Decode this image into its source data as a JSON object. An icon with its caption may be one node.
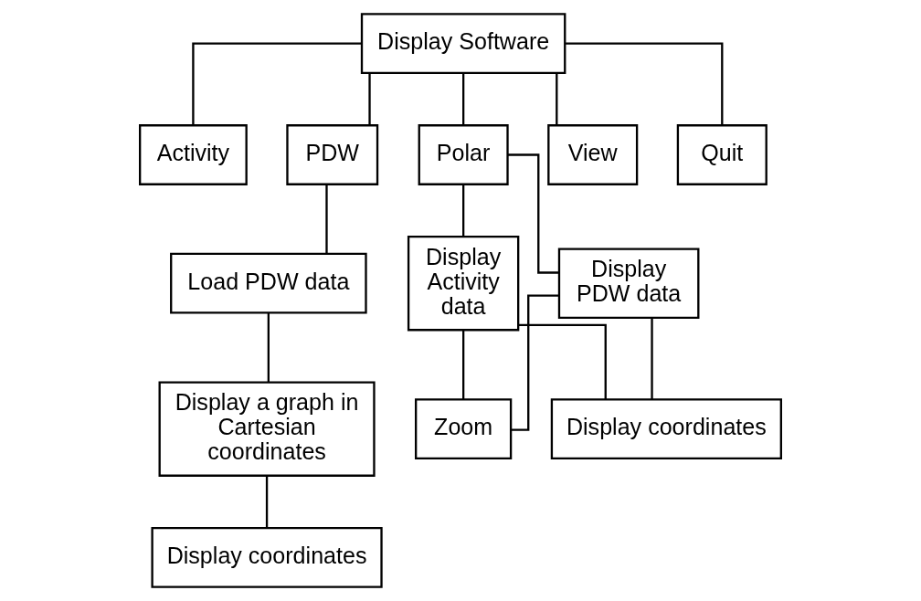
{
  "diagram": {
    "nodes": [
      {
        "text": [
          "Display Software"
        ]
      },
      {
        "text": [
          "Activity"
        ]
      },
      {
        "text": [
          "PDW"
        ]
      },
      {
        "text": [
          "Polar"
        ]
      },
      {
        "text": [
          "View"
        ]
      },
      {
        "text": [
          "Quit"
        ]
      },
      {
        "text": [
          "Load PDW data"
        ]
      },
      {
        "text": [
          "Display a graph in Cartesian coordinates"
        ]
      },
      {
        "text": [
          "Display coordinates"
        ]
      },
      {
        "text": [
          "Display Activity data"
        ]
      },
      {
        "text": [
          "Display PDW data"
        ]
      },
      {
        "text": [
          "Display coordinates"
        ]
      },
      {
        "text": [
          "Zoom"
        ]
      }
    ],
    "edges": [
      {
        "from": 0,
        "to": 1,
        "arrow": "none"
      },
      {
        "from": 0,
        "to": 2,
        "arrow": "none"
      },
      {
        "from": 0,
        "to": 3,
        "arrow": "none"
      },
      {
        "from": 0,
        "to": 4,
        "arrow": "none"
      },
      {
        "from": 0,
        "to": 5,
        "arrow": "none"
      },
      {
        "from": 2,
        "to": 6,
        "arrow": "none"
      },
      {
        "from": 6,
        "to": 7,
        "arrow": "none"
      },
      {
        "from": 7,
        "to": 8,
        "arrow": "none"
      },
      {
        "from": 3,
        "to": 9,
        "arrow": "none"
      },
      {
        "from": 3,
        "to": 10,
        "arrow": "none"
      },
      {
        "from": 9,
        "to": 11,
        "arrow": "none"
      },
      {
        "from": 9,
        "to": 12,
        "arrow": "none"
      },
      {
        "from": 10,
        "to": 11,
        "arrow": "none"
      },
      {
        "from": 10,
        "to": 12,
        "arrow": "none"
      }
    ]
  }
}
